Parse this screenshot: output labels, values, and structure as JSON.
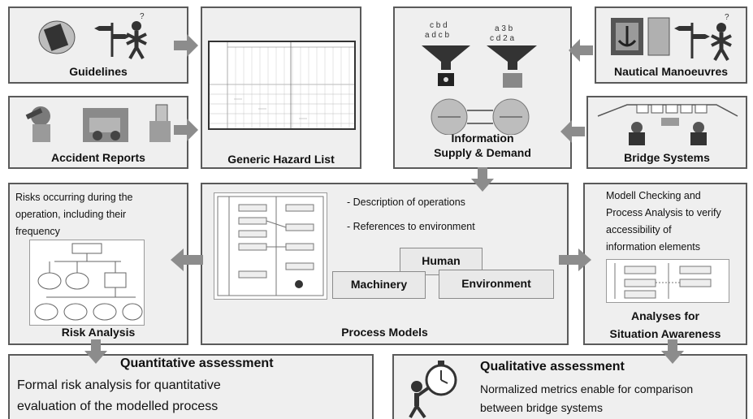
{
  "inputs": {
    "guidelines": "Guidelines",
    "accident_reports": "Accident Reports",
    "nautical_manoeuvres": "Nautical Manoeuvres",
    "bridge_systems": "Bridge Systems"
  },
  "hazard_list": {
    "title": "Generic Hazard List"
  },
  "information": {
    "line1": "Information",
    "line2": "Supply & Demand"
  },
  "risk_analysis": {
    "caption_lines": [
      "Risks occurring during the",
      "operation, including their",
      "frequency"
    ],
    "title": "Risk Analysis"
  },
  "process_models": {
    "title": "Process Models",
    "bullets": [
      "- Description of operations",
      "- References to environment"
    ],
    "factors": {
      "human": "Human",
      "machinery": "Machinery",
      "environment": "Environment"
    }
  },
  "situation_awareness": {
    "caption_lines": [
      "Modell Checking and",
      "Process Analysis to verify",
      "accessibility of",
      "information elements"
    ],
    "title_line1": "Analyses for",
    "title_line2": "Situation Awareness"
  },
  "quantitative": {
    "title": "Quantitative assessment",
    "line1": "Formal risk analysis for quantitative",
    "line2": "evaluation of the modelled process"
  },
  "qualitative": {
    "title": "Qualitative assessment",
    "line1": "Normalized metrics enable for comparison",
    "line2": "between bridge systems"
  },
  "colors": {
    "box_fill": "#efefef",
    "border": "#5a5a5a",
    "arrow": "#8c8c8c"
  }
}
